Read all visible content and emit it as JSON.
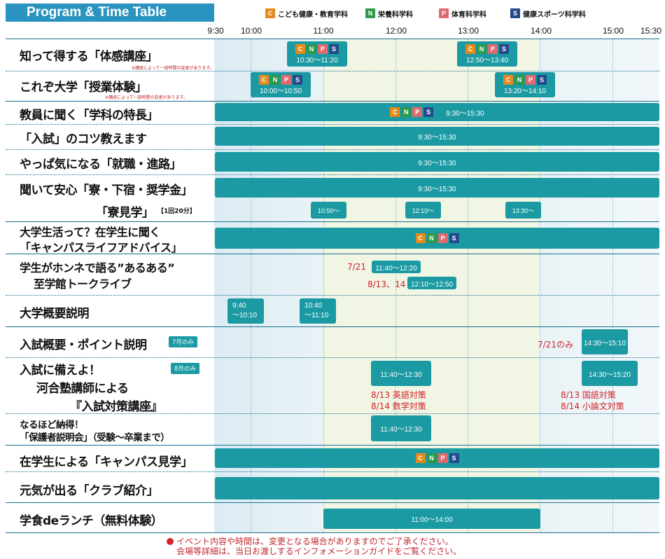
{
  "header": {
    "title": "Program & Time Table",
    "legend": [
      {
        "code": "C",
        "label": "こども健康・教育学科",
        "color": "#e48a1d"
      },
      {
        "code": "N",
        "label": "栄養科学科",
        "color": "#2d9a4a"
      },
      {
        "code": "P",
        "label": "体育科学科",
        "color": "#de6a70"
      },
      {
        "code": "S",
        "label": "健康スポーツ科学科",
        "color": "#234a8c"
      }
    ]
  },
  "timeline": {
    "ticks": [
      "9:30",
      "10:00",
      "11:00",
      "12:00",
      "13:00",
      "14:00",
      "15:00",
      "15:30"
    ]
  },
  "rows": {
    "r1": {
      "label": "知って得する「体感講座」",
      "note": "※講座によって一部時間の変更があります。",
      "t1": "10:30〜11:20",
      "t2": "12:50〜13:40"
    },
    "r2": {
      "label": "これぞ大学「授業体験」",
      "note": "※講座によって一部時間の変更があります。",
      "t1": "10:00〜10:50",
      "t2": "13:20〜14:10"
    },
    "r3": {
      "label": "教員に聞く「学科の特長」",
      "t1": "9:30〜15:30"
    },
    "r4": {
      "label": "「入試」のコツ教えます",
      "t1": "9:30〜15:30"
    },
    "r5": {
      "label": "やっぱ気になる「就職・進路」",
      "t1": "9:30〜15:30"
    },
    "r6": {
      "label": "聞いて安心「寮・下宿・奨学金」",
      "t1": "9:30〜15:30"
    },
    "r7": {
      "label": "「寮見学」",
      "tag": "【1回20分】",
      "t1": "10:50〜",
      "t2": "12:10〜",
      "t3": "13:30〜"
    },
    "r8": {
      "line1": "大学生活って？在学生に聞く",
      "line2": "「キャンパスライフアドバイス」"
    },
    "r9": {
      "line1": "学生がホンネで語る”あるある”",
      "line2": "至学館トークライブ",
      "d1": "7/21",
      "t1": "11:40〜12:20",
      "d2": "8/13、14",
      "t2": "12:10〜12:50"
    },
    "r10": {
      "label": "大学概要説明",
      "t1a": "9:40",
      "t1b": "〜10:10",
      "t2a": "10:40",
      "t2b": "〜11:10"
    },
    "r11": {
      "label": "入試概要・ポイント説明",
      "tag": "7月のみ",
      "d1": "7/21のみ",
      "t1": "14:30〜15:10"
    },
    "r12": {
      "line1": "入試に備えよ！",
      "line2": "河合塾講師による",
      "line3": "『入試対策講座』",
      "tag": "8月のみ",
      "t1": "11:40〜12:30",
      "n1a": "8/13 英語対策",
      "n1b": "8/14 数学対策",
      "t2": "14:30〜15:20",
      "n2a": "8/13 国語対策",
      "n2b": "8/14 小論文対策"
    },
    "r13": {
      "line1": "なるほど納得！",
      "line2": "「保護者説明会」（受験〜卒業まで）",
      "t1": "11:40〜12:30"
    },
    "r14": {
      "label": "在学生による「キャンパス見学」"
    },
    "r15": {
      "label": "元気が出る「クラブ紹介」"
    },
    "r16": {
      "label": "学食deランチ（無料体験）",
      "t1": "11:00〜14:00"
    }
  },
  "footer": {
    "line1": "イベント内容や時間は、変更となる場合がありますのでご了承ください。",
    "line2": "会場等詳細は、当日お渡しするインフォメーションガイドをご覧ください。"
  }
}
